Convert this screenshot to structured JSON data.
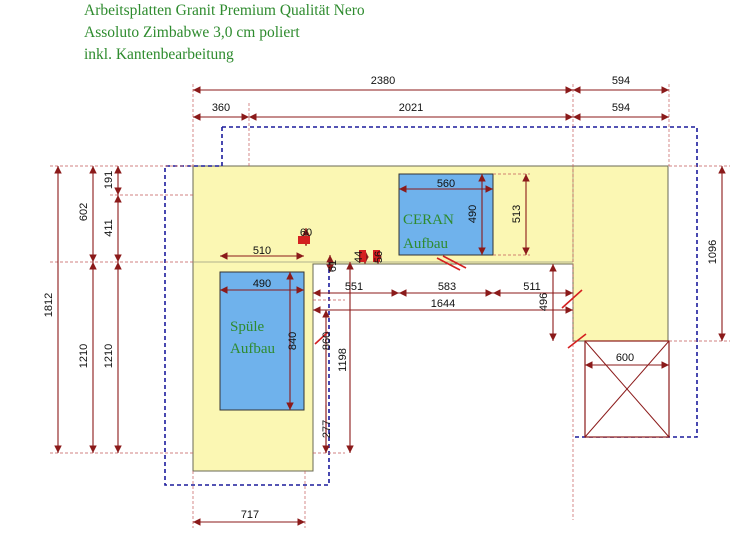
{
  "header": {
    "line1": "Arbeitsplatten Granit Premium Qualität Nero",
    "line2": "Assoluto Zimbabwe 3,0 cm poliert",
    "line3": "inkl. Kantenbearbeitung"
  },
  "labels": {
    "ceran_1": "CERAN",
    "ceran_2": "Aufbau",
    "spuele_1": "Spüle",
    "spuele_2": "Aufbau"
  },
  "dims": {
    "d2380": "2380",
    "d594a": "594",
    "d360": "360",
    "d2021": "2021",
    "d594b": "594",
    "d191": "191",
    "d602": "602",
    "d411": "411",
    "d1812": "1812",
    "d1210a": "1210",
    "d1210b": "1210",
    "d1096": "1096",
    "d560": "560",
    "d490c": "490",
    "d513": "513",
    "d60": "60",
    "d510": "510",
    "d61": "61",
    "d44": "44",
    "d56": "56",
    "d490s": "490",
    "d551": "551",
    "d583": "583",
    "d511": "511",
    "d1644": "1644",
    "d496": "496",
    "d840": "840",
    "d860": "860",
    "d1198": "1198",
    "d277": "277",
    "d600": "600",
    "d717": "717"
  },
  "colors": {
    "counter": "#fbf7b3",
    "cutout": "#6fb2ec",
    "dimension": "#8b1a1a",
    "outline_dashed": "#1c1c9c",
    "text_green": "#2e8b2e"
  }
}
